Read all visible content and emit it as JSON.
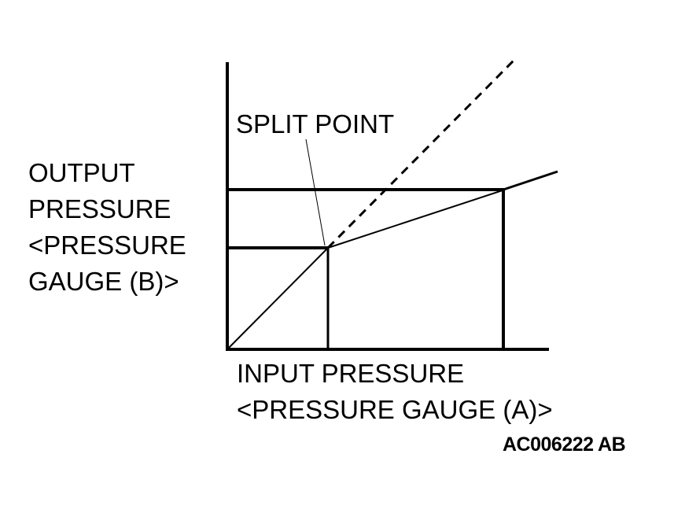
{
  "diagram": {
    "split_point_label": "SPLIT POINT",
    "y_axis_label_lines": [
      "OUTPUT",
      "PRESSURE",
      "<PRESSURE",
      "GAUGE (B)>"
    ],
    "x_axis_label_lines": [
      "INPUT PRESSURE",
      "<PRESSURE GAUGE (A)>"
    ],
    "figure_id": "AC006222 AB",
    "line_color": "#000000",
    "background_color": "#ffffff"
  }
}
